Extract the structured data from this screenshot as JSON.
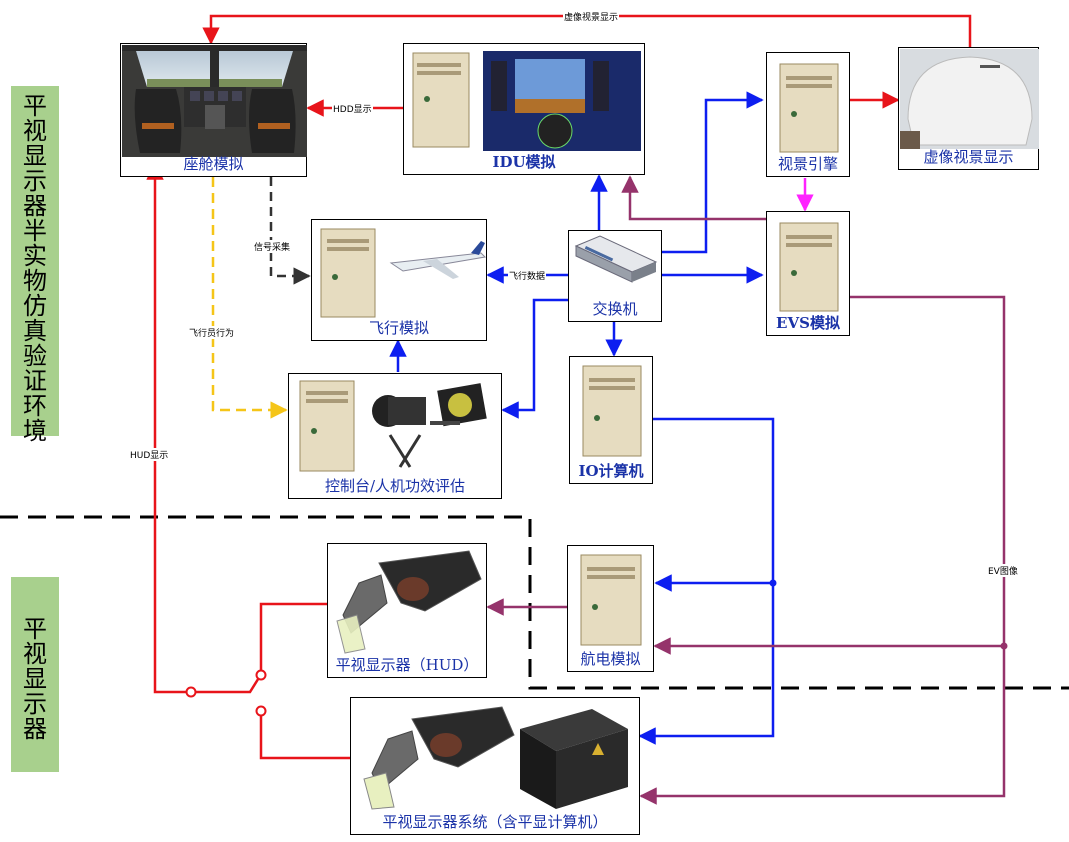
{
  "side_labels": {
    "top": "平视显示器半实物仿真验证环境",
    "bottom": "平视显示器"
  },
  "nodes": {
    "cockpit": "座舱模拟",
    "idu": "IDU模拟",
    "visual_engine": "视景引擎",
    "virtual_display": "虚像视景显示",
    "flight_sim": "飞行模拟",
    "switch": "交换机",
    "evs": "EVS模拟",
    "console": "控制台/人机功效评估",
    "io": "IO计算机",
    "hud": "平视显示器（HUD）",
    "avionics": "航电模拟",
    "hud_system": "平视显示器系统（含平显计算机）"
  },
  "edge_labels": {
    "virtual_display": "虚像视景显示",
    "hdd_display": "HDD显示",
    "signal_capture": "信号采集",
    "flight_data": "飞行数据",
    "pilot_behavior": "飞行员行为",
    "hud_display": "HUD显示",
    "ev_image": "EV图像"
  },
  "colors": {
    "red": "#e8141a",
    "blue": "#0d1ef0",
    "purple": "#95336b",
    "yellow": "#f5c518",
    "magenta": "#ff22ff",
    "dark": "#333333",
    "side_bg": "#a8d08d",
    "caption": "#1b33a8"
  }
}
